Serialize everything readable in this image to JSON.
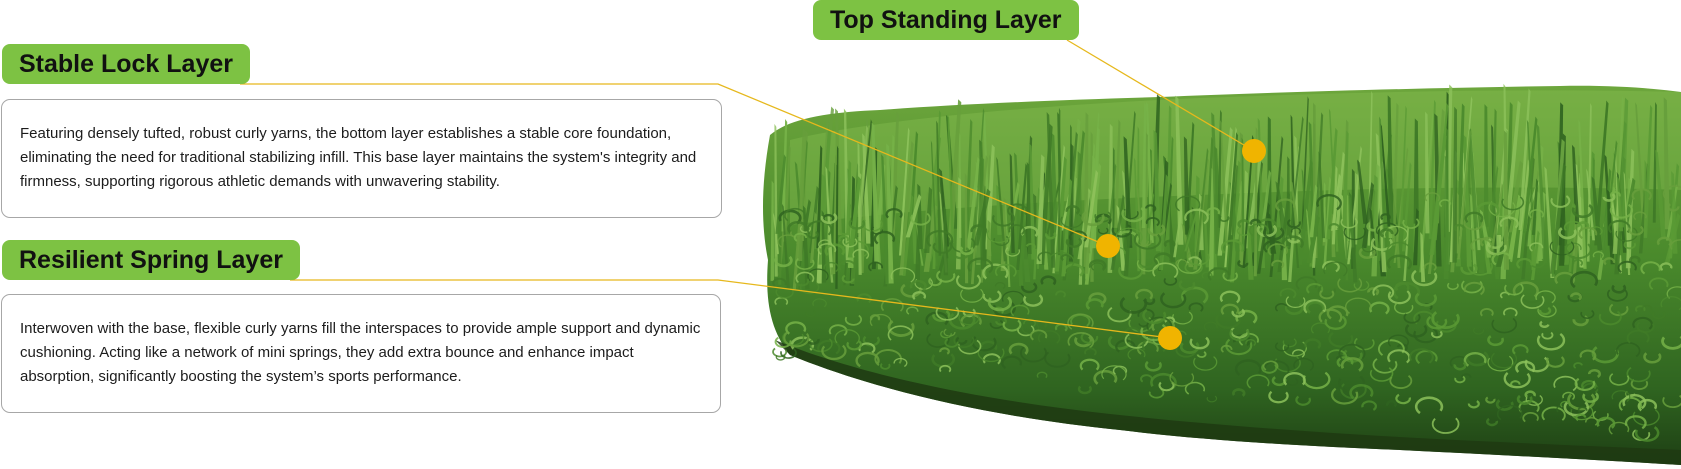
{
  "layers": {
    "stable_lock": {
      "title": "Stable Lock Layer",
      "description": "Featuring densely tufted, robust curly yarns, the bottom layer establishes a stable core foundation, eliminating the need for traditional stabilizing infill. This base layer maintains the system's integrity and firmness, supporting rigorous athletic demands with unwavering stability."
    },
    "resilient_spring": {
      "title": "Resilient Spring Layer",
      "description": "Interwoven with the base, flexible curly yarns fill the interspaces to provide ample support and dynamic cushioning. Acting like a network of mini springs, they add extra bounce and enhance impact absorption, significantly boosting the system’s sports performance."
    },
    "top_standing": {
      "title": "Top Standing Layer"
    }
  },
  "colors": {
    "label_green": "#7dc243",
    "leader_line": "#e6b81c",
    "marker_dot": "#f0b400",
    "box_border": "#a7a7a7",
    "turf_dark": "#2f5a1f",
    "turf_mid": "#4d8a2e",
    "turf_light": "#7fb24a"
  }
}
